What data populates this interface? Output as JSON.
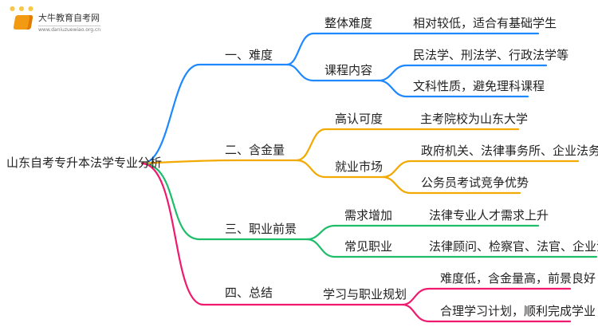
{
  "logo": {
    "name": "大牛教育自考网",
    "url": "www.daniuzuewiao.org.cn"
  },
  "colors": {
    "blue": "#1e88ff",
    "orange": "#f2a900",
    "green": "#1dbd6a",
    "pink": "#f0196e"
  },
  "root": "山东自考专升本法学专业分析",
  "branches": [
    {
      "label": "一、难度",
      "children": [
        {
          "label": "整体难度",
          "children": [
            "相对较低，适合有基础学生"
          ]
        },
        {
          "label": "课程内容",
          "children": [
            "民法学、刑法学、行政法学等",
            "文科性质，避免理科课程"
          ]
        }
      ]
    },
    {
      "label": "二、含金量",
      "children": [
        {
          "label": "高认可度",
          "children": [
            "主考院校为山东大学"
          ]
        },
        {
          "label": "就业市场",
          "children": [
            "政府机关、法律事务所、企业法务",
            "公务员考试竞争优势"
          ]
        }
      ]
    },
    {
      "label": "三、职业前景",
      "children": [
        {
          "label": "需求增加",
          "children": [
            "法律专业人才需求上升"
          ]
        },
        {
          "label": "常见职业",
          "children": [
            "法律顾问、检察官、法官、企业法务"
          ]
        }
      ]
    },
    {
      "label": "四、总结",
      "children": [
        {
          "label": "学习与职业规划",
          "children": [
            "难度低，含金量高，前景良好",
            "合理学习计划，顺利完成学业"
          ]
        }
      ]
    }
  ]
}
